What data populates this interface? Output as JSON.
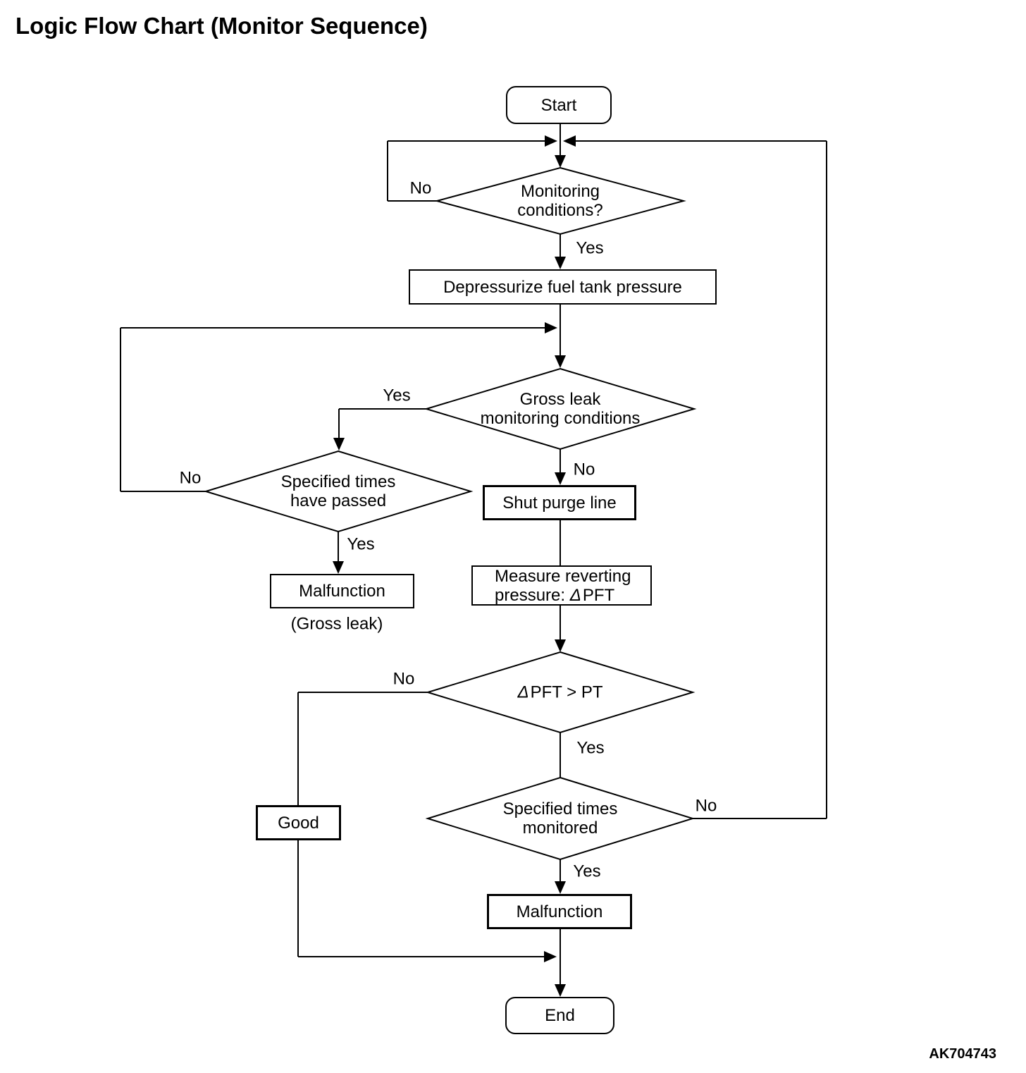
{
  "title": "Logic Flow Chart (Monitor Sequence)",
  "figure_id": "AK704743",
  "nodes": {
    "start": {
      "label": "Start"
    },
    "monitoring": {
      "line1": "Monitoring",
      "line2": "conditions?"
    },
    "depressurize": {
      "label": "Depressurize fuel tank pressure"
    },
    "gross_leak": {
      "line1": "Gross leak",
      "line2": "monitoring conditions"
    },
    "specified_passed": {
      "line1": "Specified times",
      "line2": "have passed"
    },
    "malfunction_gross": {
      "label": "Malfunction",
      "caption": "(Gross leak)"
    },
    "shut_purge": {
      "label": "Shut purge line"
    },
    "measure": {
      "line1": "Measure reverting",
      "line2_pre": "pressure: ",
      "delta": "Δ",
      "line2_post": "PFT"
    },
    "apft": {
      "delta": "Δ",
      "rest": "PFT > PT"
    },
    "good": {
      "label": "Good"
    },
    "specified_monitored": {
      "line1": "Specified times",
      "line2": "monitored"
    },
    "malfunction": {
      "label": "Malfunction"
    },
    "end": {
      "label": "End"
    }
  },
  "edge_labels": {
    "monitoring_no": "No",
    "monitoring_yes": "Yes",
    "gross_leak_yes": "Yes",
    "gross_leak_no": "No",
    "specified_passed_no": "No",
    "specified_passed_yes": "Yes",
    "apft_no": "No",
    "apft_yes": "Yes",
    "specified_monitored_no": "No",
    "specified_monitored_yes": "Yes"
  },
  "colors": {
    "line": "#000000",
    "background": "#ffffff"
  }
}
